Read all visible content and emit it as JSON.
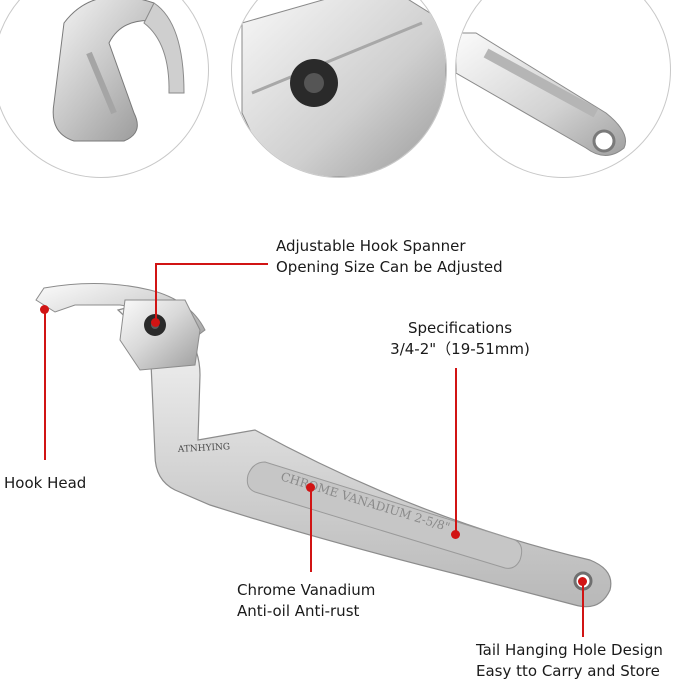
{
  "product": {
    "brand_engraving": "ATNHYING",
    "handle_engraving": "CHROME VANADIUM 2-5/8\""
  },
  "callouts": {
    "adjustable": {
      "line1": "Adjustable Hook Spanner",
      "line2": "Opening Size Can be Adjusted"
    },
    "specifications": {
      "line1": "Specifications",
      "line2": "3/4-2\"（19-51mm)"
    },
    "hook_head": {
      "line1": "Hook Head"
    },
    "chrome": {
      "line1": "Chrome Vanadium",
      "line2": "Anti-oil Anti-rust"
    },
    "tail": {
      "line1": "Tail Hanging Hole Design",
      "line2": "Easy tto Carry and Store"
    }
  },
  "colors": {
    "accent": "#d11414",
    "steel_light": "#f2f2f2",
    "steel_mid": "#bdbdbd",
    "steel_dark": "#8a8a8a"
  }
}
